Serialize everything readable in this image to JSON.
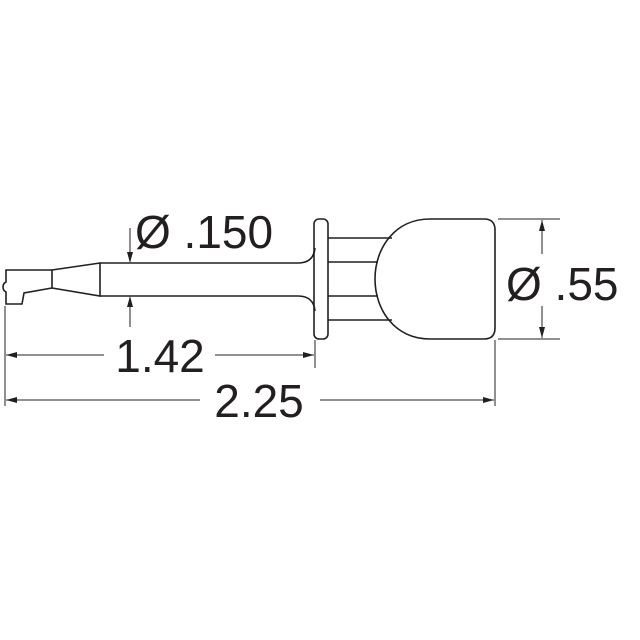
{
  "drawing": {
    "subject": "",
    "dimensions": {
      "shaft_diameter": "Ø .150",
      "cap_diameter": "Ø .55",
      "shaft_length": "1.42",
      "overall_length": "2.25"
    },
    "line_color": "#231f20"
  }
}
